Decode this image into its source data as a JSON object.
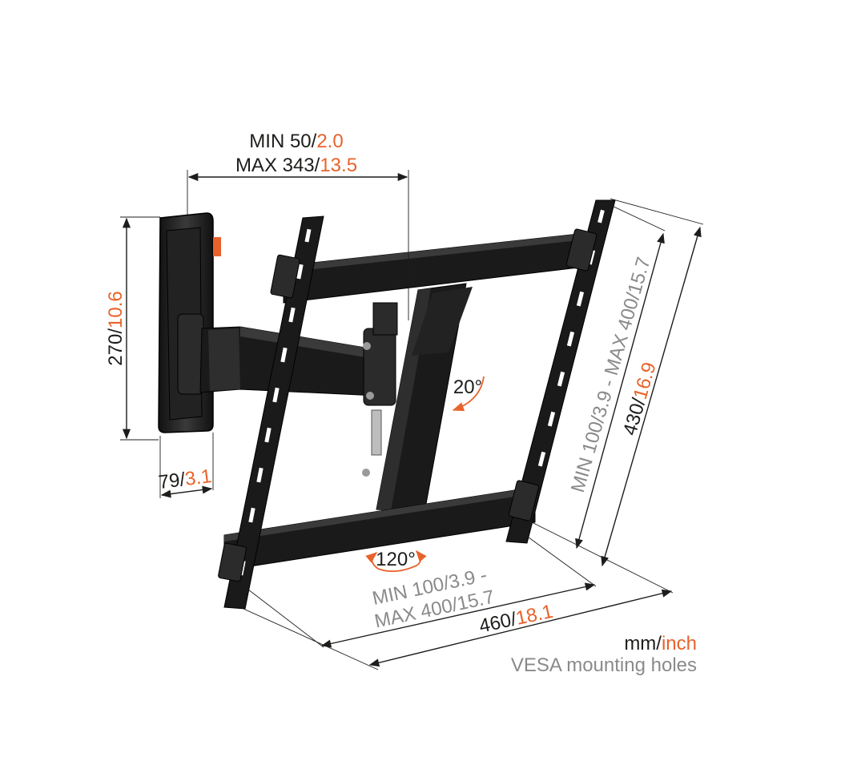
{
  "dimensions": {
    "depth_min": {
      "prefix": "MIN 50/",
      "inch": "2.0"
    },
    "depth_max": {
      "prefix": "MAX 343/",
      "inch": "13.5"
    },
    "plate_height": {
      "mm": "270/",
      "inch": "10.6"
    },
    "plate_width": {
      "mm": "79/",
      "inch": "3.1"
    },
    "vesa_vertical": {
      "text": "MIN 100/3.9 - MAX 400/15.7"
    },
    "frame_height": {
      "mm": "430/",
      "inch": "16.9"
    },
    "vesa_horizontal_line1": "MIN 100/3.9 -",
    "vesa_horizontal_line2": "MAX 400/15.7",
    "frame_width": {
      "mm": "460/",
      "inch": "18.1"
    }
  },
  "angles": {
    "tilt": "20°",
    "swivel": "120°"
  },
  "legend": {
    "units_mm": "mm/",
    "units_inch": "inch",
    "note": "VESA mounting holes"
  },
  "colors": {
    "dark": "#1d1d1b",
    "orange": "#e8632b",
    "grey": "#8a8a8a"
  }
}
